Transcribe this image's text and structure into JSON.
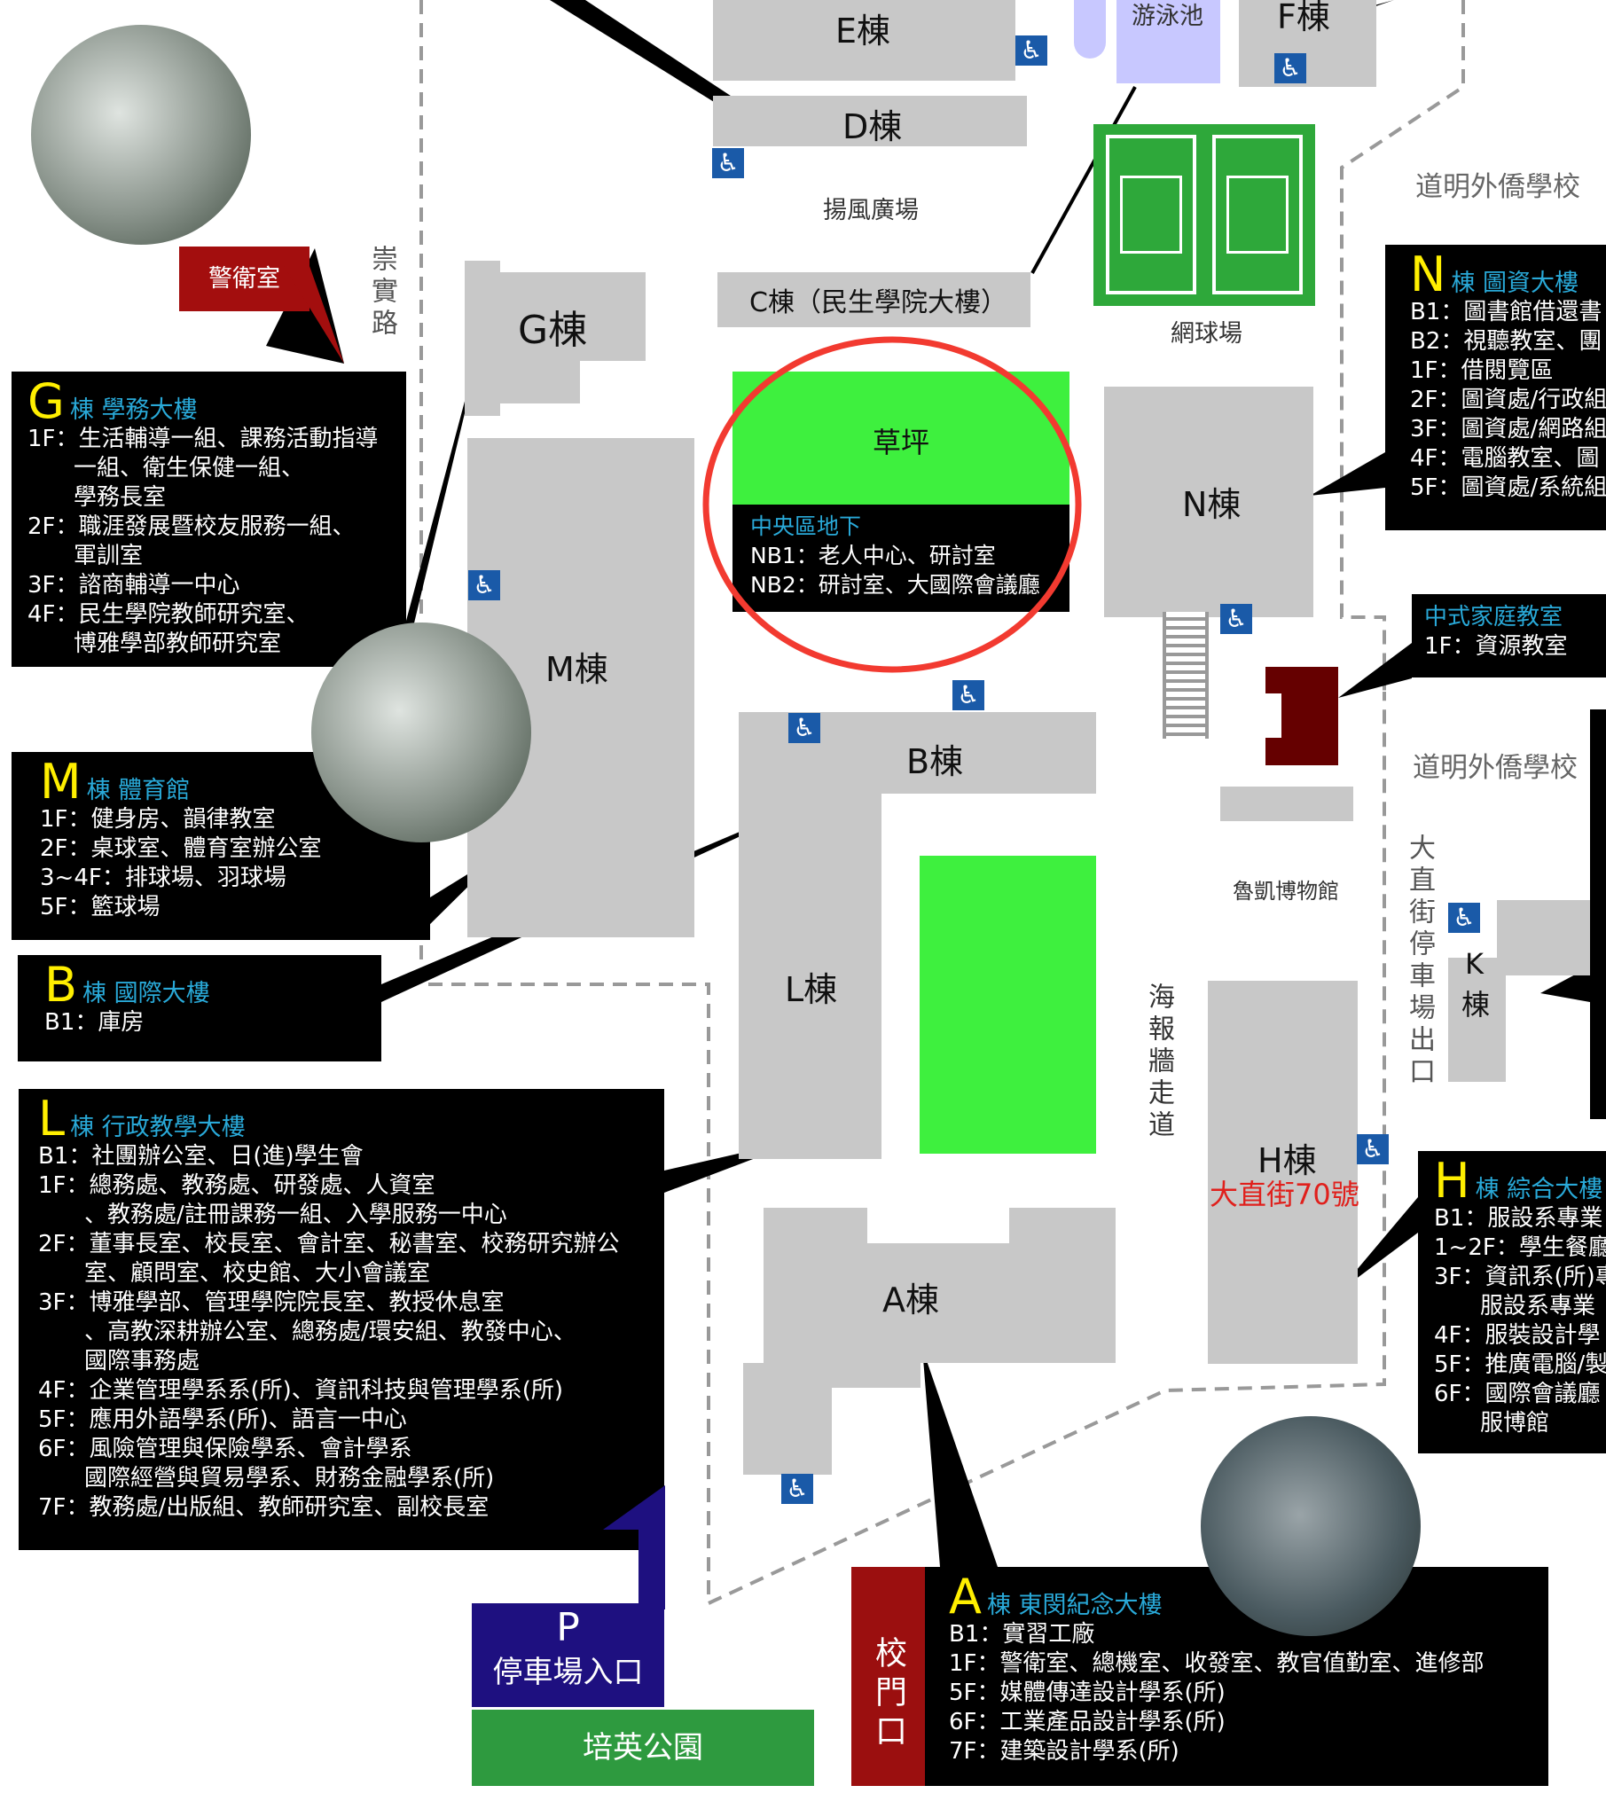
{
  "buildings": {
    "E": "E棟",
    "D": "D棟",
    "F": "F棟",
    "C": "C棟（民生學院大樓）",
    "G": "G棟",
    "M": "M棟",
    "N": "N棟",
    "B": "B棟",
    "L": "L棟",
    "A": "A棟",
    "H": "H棟",
    "K1": "K",
    "K2": "棟"
  },
  "places": {
    "pool": "游泳池",
    "plaza": "揚風廣場",
    "tennis": "網球場",
    "road": "崇實路",
    "dominican1": "道明外僑學校",
    "dominican2": "道明外僑學校",
    "parking_exit": "大直街停車場出口",
    "museum": "魯凱博物館",
    "poster_wall": "海報牆走道",
    "address": "大直街70號",
    "lawn": "草坪",
    "guard": "警衛室"
  },
  "underground": {
    "title": "中央區地下",
    "lines": [
      "NB1：老人中心、研討室",
      "NB2：研討室、大國際會議廳"
    ]
  },
  "panels": {
    "G": {
      "letter": "G",
      "title": "棟 學務大樓",
      "lines": [
        "1F：生活輔導一組、課務活動指導",
        "　　一組、衛生保健一組、",
        "　　學務長室",
        "2F：職涯發展暨校友服務一組、",
        "　　軍訓室",
        "3F：諮商輔導一中心",
        "4F：民生學院教師研究室、",
        "　　博雅學部教師研究室"
      ]
    },
    "M": {
      "letter": "M",
      "title": "棟 體育館",
      "lines": [
        "1F：健身房、韻律教室",
        "2F：桌球室、體育室辦公室",
        "3~4F：排球場、羽球場",
        "5F：籃球場"
      ]
    },
    "B": {
      "letter": "B",
      "title": "棟 國際大樓",
      "lines": [
        "B1：庫房"
      ]
    },
    "L": {
      "letter": "L",
      "title": "棟 行政教學大樓",
      "lines": [
        "B1：社團辦公室、日(進)學生會",
        "1F：總務處、教務處、研發處、人資室",
        "　　、教務處/註冊課務一組、入學服務一中心",
        "2F：董事長室、校長室、會計室、秘書室、校務研究辦公",
        "　　室、顧問室、校史館、大小會議室",
        "3F：博雅學部、管理學院院長室、教授休息室",
        "　　、高教深耕辦公室、總務處/環安組、教發中心、",
        "　　國際事務處",
        "4F：企業管理學系系(所)、資訊科技與管理學系(所)",
        "5F：應用外語學系(所)、語言一中心",
        "6F：風險管理與保險學系、會計學系",
        "　　國際經營與貿易學系、財務金融學系(所)",
        "7F：教務處/出版組、教師研究室、副校長室"
      ]
    },
    "A": {
      "letter": "A",
      "title": "棟 東閔紀念大樓",
      "lines": [
        "B1：實習工廠",
        "1F：警衛室、總機室、收發室、教官值勤室、進修部",
        "5F：媒體傳達設計學系(所)",
        "6F：工業產品設計學系(所)",
        "7F：建築設計學系(所)"
      ]
    },
    "H": {
      "letter": "H",
      "title": "棟 綜合大樓",
      "lines": [
        "B1：服設系專業",
        "1~2F：學生餐廳",
        "3F：資訊系(所)專",
        "　　服設系專業",
        "4F：服裝設計學",
        "5F：推廣電腦/製",
        "6F：國際會議廳",
        "　　服博館"
      ]
    },
    "N": {
      "letter": "N",
      "title": "棟 圖資大樓",
      "lines": [
        "B1：圖書館借還書",
        "B2：視聽教室、團",
        "1F：借閱覽區",
        "2F：圖資處/行政組",
        "3F：圖資處/網路組",
        "4F：電腦教室、圖",
        "5F：圖資處/系統組"
      ]
    },
    "family": {
      "title": "中式家庭教室",
      "lines": [
        "1F：資源教室"
      ]
    }
  },
  "parking": {
    "letter": "P",
    "label": "停車場入口"
  },
  "park": "培英公園",
  "gate": "校門口",
  "colors": {
    "building": "#c8c8c8",
    "lawn": "#3ef03e",
    "tennis": "#2ea83a",
    "pool": "#c8c8ff",
    "accent_yellow": "#ffef00",
    "accent_blue": "#29a9d8",
    "gate_red": "#9b0f0f",
    "parking_blue": "#1e1080",
    "park_green": "#2e9a3f"
  }
}
